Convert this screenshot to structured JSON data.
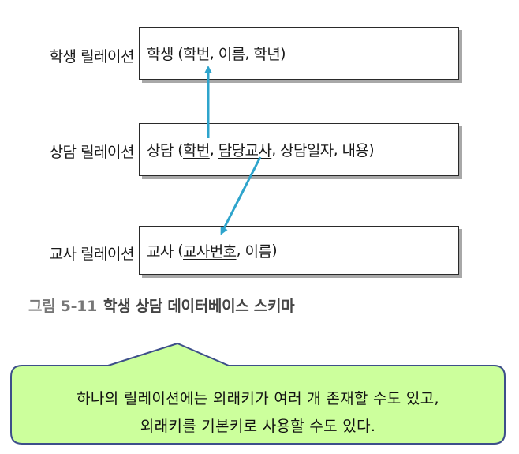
{
  "relations": [
    {
      "label": "학생 릴레이션",
      "name": "학생",
      "attributes": [
        {
          "text": "학번",
          "key": true
        },
        {
          "text": "이름",
          "key": false
        },
        {
          "text": "학년",
          "key": false
        }
      ]
    },
    {
      "label": "상담 릴레이션",
      "name": "상담",
      "attributes": [
        {
          "text": "학번",
          "key": true
        },
        {
          "text": "담당교사",
          "key": true
        },
        {
          "text": "상담일자",
          "key": false
        },
        {
          "text": "내용",
          "key": false
        }
      ]
    },
    {
      "label": "교사 릴레이션",
      "name": "교사",
      "attributes": [
        {
          "text": "교사번호",
          "key": true
        },
        {
          "text": "이름",
          "key": false
        }
      ]
    }
  ],
  "caption": {
    "number": "그림 5-11",
    "title": "학생 상담 데이터베이스 스키마"
  },
  "callout": {
    "line1": "하나의 릴레이션에는 외래키가 여러 개 존재할 수도 있고,",
    "line2": "외래키를 기본키로 사용할 수도 있다."
  },
  "colors": {
    "arrow": "#2ea4cc",
    "callout_fill": "#ccff9c",
    "callout_border": "#3d4f8a"
  }
}
